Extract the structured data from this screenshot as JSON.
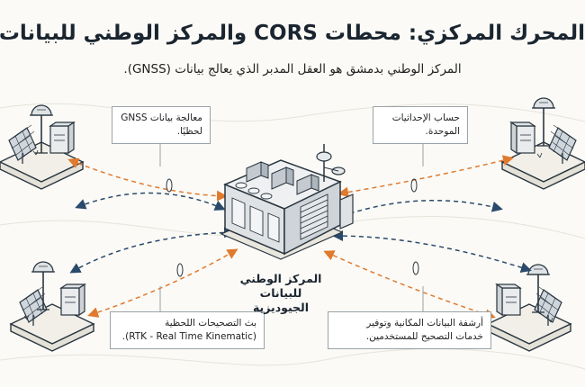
{
  "title": {
    "prefix": "المحرك المركزي: محطات",
    "accent": "CORS",
    "suffix": "والمركز الوطني للبيانات"
  },
  "subtitle": "المركز الوطني بدمشق هو العقل المدبر الذي يعالج بيانات (GNSS).",
  "hub_label": [
    "المركز الوطني للبيانات",
    "الجيوديزية"
  ],
  "boxes": {
    "top_left": [
      "معالجة بيانات GNSS",
      "لحظيًا."
    ],
    "top_right": [
      "حساب الإحداثيات",
      "الموحدة."
    ],
    "bottom_left": [
      "بث التصحيحات اللحظية",
      "(RTK - Real Time Kinematic)."
    ],
    "bottom_right": [
      "أرشفة البيانات المكانية وتوفير",
      "خدمات التصحيح للمستخدمين."
    ]
  },
  "colors": {
    "ink": "#1f2a33",
    "orange_link": "#e07a2e",
    "blue_link": "#2a4a6b",
    "platform": "#f1efe8"
  },
  "icons": [
    "gnss-antenna-icon",
    "solar-panel-icon",
    "equipment-cabinet-icon",
    "data-center-icon",
    "satellite-dish-icon"
  ]
}
